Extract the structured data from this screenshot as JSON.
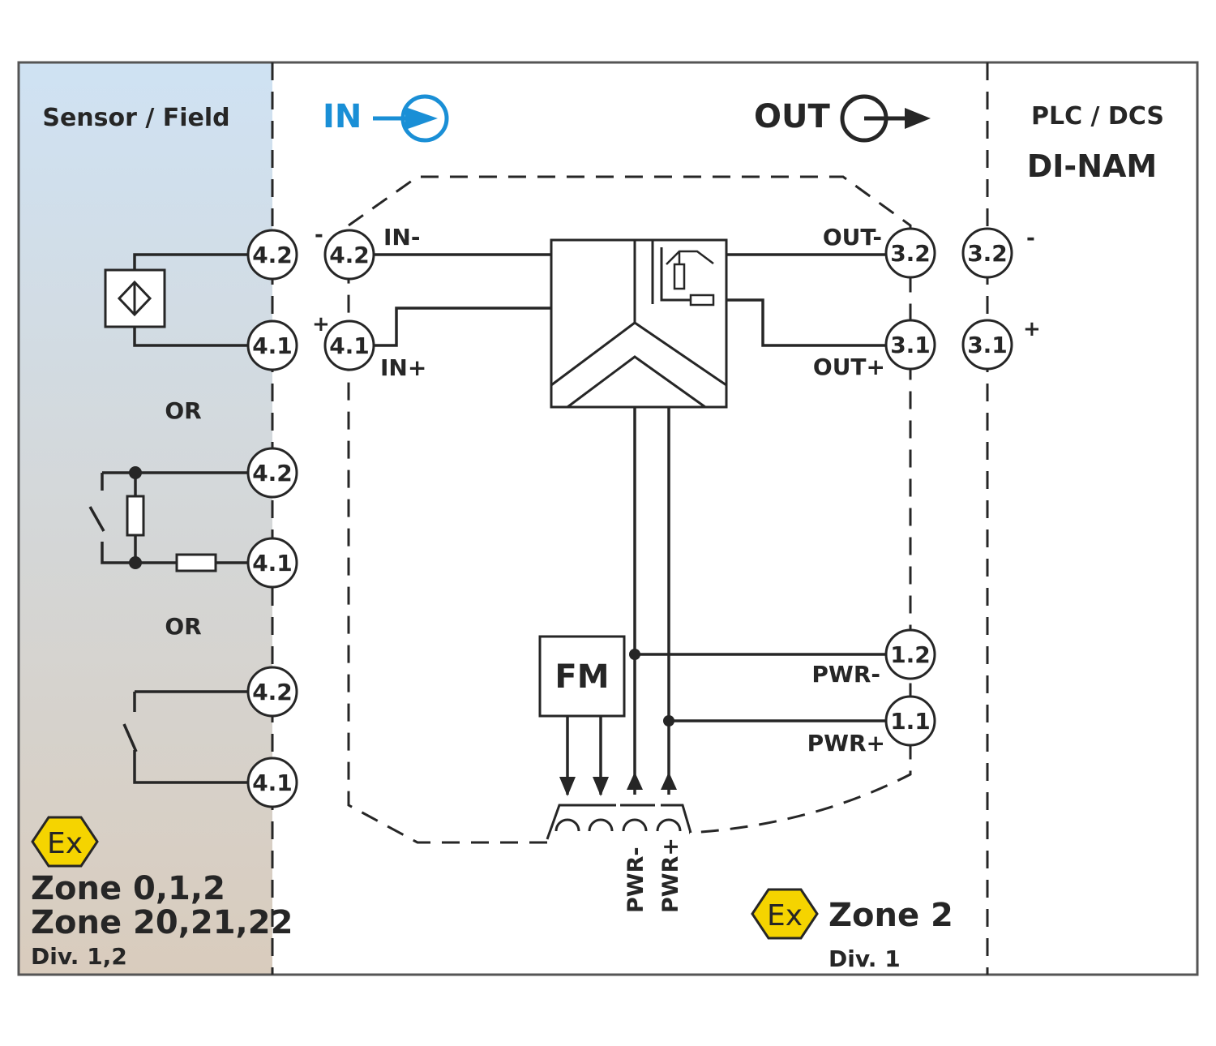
{
  "field": {
    "title": "Sensor / Field",
    "or_labels": [
      "OR",
      "OR"
    ],
    "zone_lines": [
      "Zone 0,1,2",
      "Zone 20,21,22"
    ],
    "div": "Div. 1,2",
    "ex_mark": "Ex"
  },
  "module": {
    "in_label": "IN",
    "out_label": "OUT",
    "in_minus": "IN-",
    "in_plus": "IN+",
    "out_minus": "OUT-",
    "out_plus": "OUT+",
    "pwr_minus": "PWR-",
    "pwr_plus": "PWR+",
    "fm": "FM",
    "bottom_pwr_minus": "PWR-",
    "bottom_pwr_plus": "PWR+",
    "zone": "Zone 2",
    "div": "Div. 1",
    "ex_mark": "Ex",
    "sign_minus": "-",
    "sign_plus": "+"
  },
  "plc": {
    "title": "PLC / DCS",
    "subtitle": "DI-NAM",
    "sign_minus": "-",
    "sign_plus": "+"
  },
  "terminals": {
    "field_a_42": "4.2",
    "field_a_41": "4.1",
    "field_b_42": "4.2",
    "field_b_41": "4.1",
    "field_c_42": "4.2",
    "field_c_41": "4.1",
    "in_42": "4.2",
    "in_41": "4.1",
    "out_32": "3.2",
    "out_31": "3.1",
    "pwr_12": "1.2",
    "pwr_11": "1.1",
    "plc_32": "3.2",
    "plc_31": "3.1"
  },
  "colors": {
    "accent_blue": "#1a8fd6",
    "ex_yellow": "#f5d400",
    "line": "#262626",
    "field_bg_top": "#cfe2f3",
    "field_bg_bottom": "#d9ccbd"
  }
}
